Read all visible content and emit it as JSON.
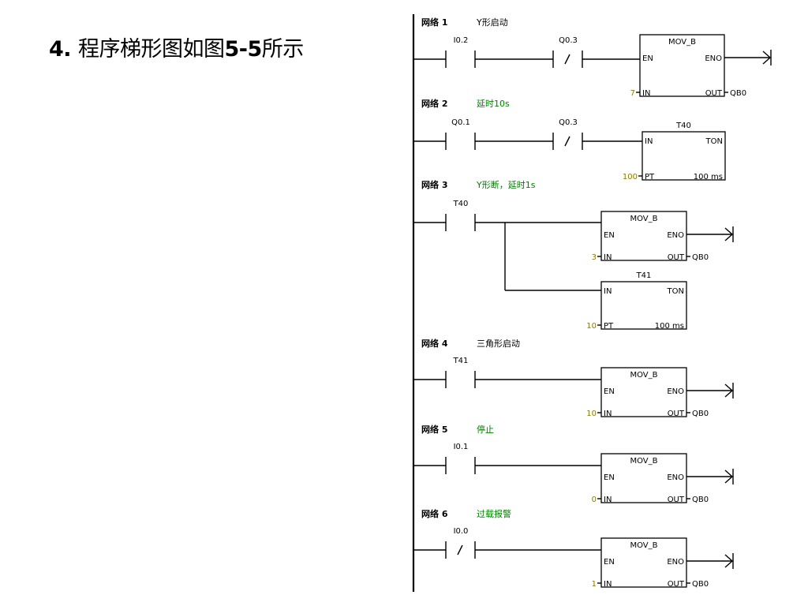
{
  "title": {
    "number": "4.",
    "text_a": "程序梯形图如图",
    "figure_ref": "5-5",
    "text_b": "所示"
  },
  "colors": {
    "comment_default": "#000000",
    "comment_green": "#008000",
    "input_value": "#8a7a00"
  },
  "networks": [
    {
      "label": "网络 1",
      "comment": "Y形启动",
      "comment_color": "#000000",
      "contacts": [
        {
          "address": "I0.2",
          "type": "NO"
        },
        {
          "address": "Q0.3",
          "type": "NC"
        }
      ],
      "boxes": [
        {
          "title": "MOV_B",
          "left_pins": [
            "EN",
            "IN"
          ],
          "right_pins": [
            "ENO",
            "OUT"
          ],
          "in_value": "7",
          "out_value": "QB0"
        }
      ]
    },
    {
      "label": "网络 2",
      "comment": "延时10s",
      "comment_color": "#008000",
      "contacts": [
        {
          "address": "Q0.1",
          "type": "NO"
        },
        {
          "address": "Q0.3",
          "type": "NC"
        }
      ],
      "boxes": [
        {
          "title": "T40",
          "left_pins": [
            "IN",
            "PT"
          ],
          "right_pins": [
            "TON",
            "100 ms"
          ],
          "in_value": "100"
        }
      ]
    },
    {
      "label": "网络 3",
      "comment": "Y形断，延时1s",
      "comment_color": "#008000",
      "contacts": [
        {
          "address": "T40",
          "type": "NO"
        }
      ],
      "boxes": [
        {
          "title": "MOV_B",
          "left_pins": [
            "EN",
            "IN"
          ],
          "right_pins": [
            "ENO",
            "OUT"
          ],
          "in_value": "3",
          "out_value": "QB0"
        },
        {
          "title": "T41",
          "left_pins": [
            "IN",
            "PT"
          ],
          "right_pins": [
            "TON",
            "100 ms"
          ],
          "in_value": "10"
        }
      ]
    },
    {
      "label": "网络 4",
      "comment": "三角形启动",
      "comment_color": "#000000",
      "contacts": [
        {
          "address": "T41",
          "type": "NO"
        }
      ],
      "boxes": [
        {
          "title": "MOV_B",
          "left_pins": [
            "EN",
            "IN"
          ],
          "right_pins": [
            "ENO",
            "OUT"
          ],
          "in_value": "10",
          "out_value": "QB0"
        }
      ]
    },
    {
      "label": "网络 5",
      "comment": "停止",
      "comment_color": "#008000",
      "contacts": [
        {
          "address": "I0.1",
          "type": "NO"
        }
      ],
      "boxes": [
        {
          "title": "MOV_B",
          "left_pins": [
            "EN",
            "IN"
          ],
          "right_pins": [
            "ENO",
            "OUT"
          ],
          "in_value": "0",
          "out_value": "QB0"
        }
      ]
    },
    {
      "label": "网络 6",
      "comment": "过载报警",
      "comment_color": "#008000",
      "contacts": [
        {
          "address": "I0.0",
          "type": "NC"
        }
      ],
      "boxes": [
        {
          "title": "MOV_B",
          "left_pins": [
            "EN",
            "IN"
          ],
          "right_pins": [
            "ENO",
            "OUT"
          ],
          "in_value": "1",
          "out_value": "QB0"
        }
      ]
    }
  ]
}
